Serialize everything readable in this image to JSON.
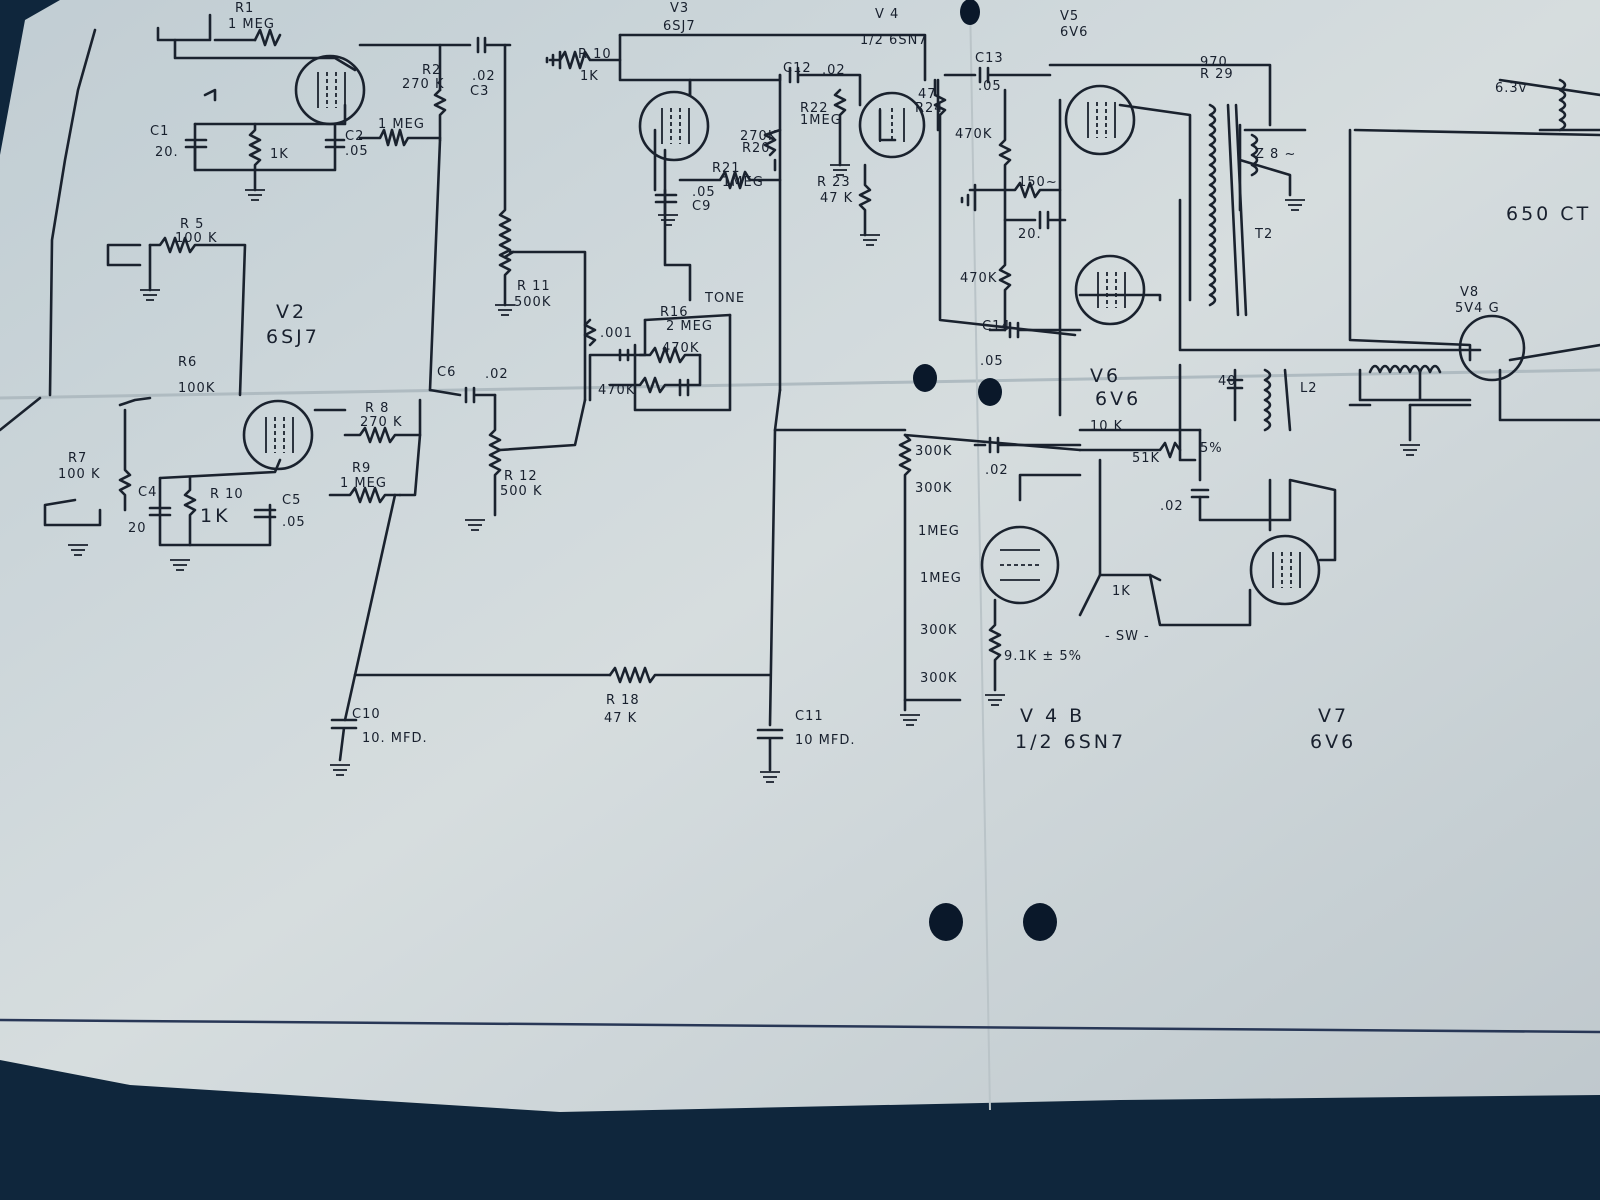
{
  "tubes": {
    "v2": {
      "ref": "V2",
      "type": "6SJ7"
    },
    "v3": {
      "ref": "V3",
      "type": "6SJ7"
    },
    "v4a": {
      "ref": "V 4",
      "type": "1/2 6SN7"
    },
    "v4b": {
      "ref": "V 4 B",
      "type": "1/2 6SN7"
    },
    "v5": {
      "ref": "V5",
      "type": "6V6"
    },
    "v6": {
      "ref": "V6",
      "type": "6V6"
    },
    "v7": {
      "ref": "V7",
      "type": "6V6"
    },
    "v8": {
      "ref": "V8",
      "type": "5V4 G"
    }
  },
  "labels": {
    "r1": "R1",
    "r1v": "1 MEG",
    "r2": "R2",
    "r2v": "270 K",
    "c3v": ".02",
    "c3": "C3",
    "c1": "C1",
    "c1v": "20.",
    "r1k_top": "1K",
    "c2": "C2",
    "c2v": ".05",
    "r1meg_a": "1 MEG",
    "r5": "R 5",
    "r5v": "100 K",
    "r6": "R6",
    "r6v": "100K",
    "r10a": "R 10",
    "r10av": "1K",
    "r11": "R 11",
    "r11v": "500K",
    "c12": "C12",
    "c12v": ".02",
    "r22": "R22",
    "r22v": "1MEG",
    "r20": "270K",
    "r20b": "R20",
    "r21": "R21",
    "r21v": "1MEG",
    "c9v": ".05",
    "c9": "C9",
    "r23": "R 23",
    "r23v": "47 K",
    "r24": "47",
    "r24b": "R24",
    "c13": "C13",
    "c13v": ".05",
    "r470a": "470K",
    "r150": "150~",
    "c20b": "20.",
    "r470b": "470K",
    "c14": "C14",
    "c14v": ".05",
    "r29": "R 29",
    "r29v": "970",
    "t2": "T2",
    "z8": "Z 8 ~",
    "h63": "6.3v",
    "ps": "650 CT",
    "l2": "L2",
    "c40": "40",
    "r16": "R16",
    "r16v": "2 MEG",
    "tone": "TONE",
    "c001": ".001",
    "r470c": "470K",
    "r470d": "470K",
    "c6": "C6",
    "c6v": ".02",
    "r8": "R 8",
    "r8v": "270 K",
    "r9": "R9",
    "r9v": "1 MEG",
    "r7": "R7",
    "r7v": "100 K",
    "c4": "C4",
    "c4v": "20",
    "r10b": "R 10",
    "r10bv": "1K",
    "c5": "C5",
    "c5v": ".05",
    "r12": "R 12",
    "r12v": "500 K",
    "r10k": "10 K",
    "r51k": "51K",
    "p5a": "5%",
    "c02a": ".02",
    "c02b": ".02",
    "d300a": "300K",
    "d300b": "300K",
    "d1ma": "1MEG",
    "d1mb": "1MEG",
    "d300c": "300K",
    "d300d": "300K",
    "r1k_sw": "1K",
    "sw": "- SW -",
    "r91": "9.1K ± 5%",
    "c10": "C10",
    "c10v": "10. MFD.",
    "r18": "R 18",
    "r18v": "47 K",
    "c11": "C11",
    "c11v": "10 MFD."
  }
}
